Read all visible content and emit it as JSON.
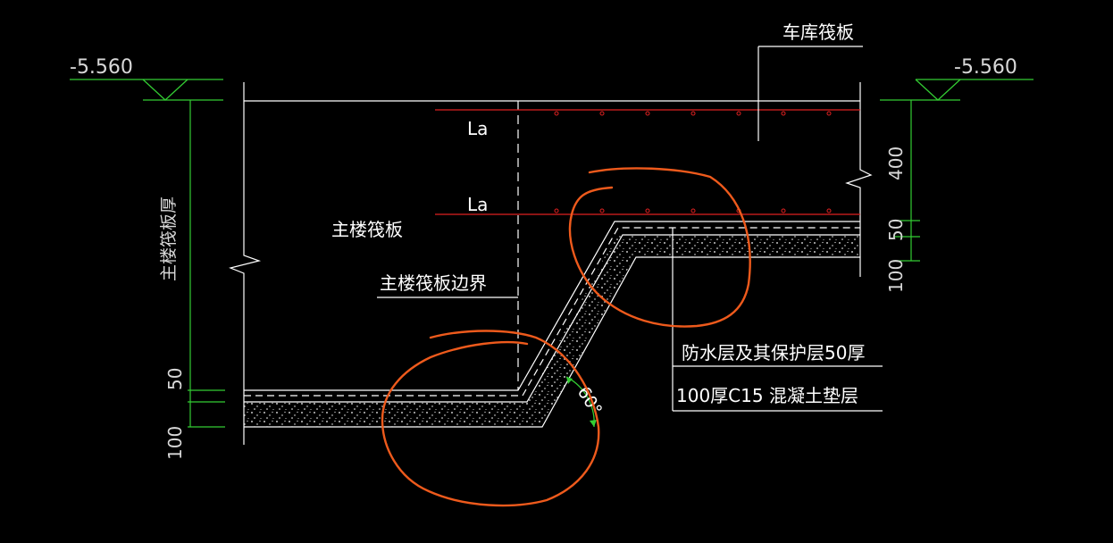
{
  "title": "车库筏板",
  "colors": {
    "background": "#000000",
    "line": "#ffffff",
    "dimension": "#33cc33",
    "rebar": "#e02020",
    "markup": "#ee5a1c"
  },
  "labels": {
    "elevation_left": "-5.560",
    "elevation_right": "-5.560",
    "garage_raft": "车库筏板",
    "main_raft": "主楼筏板",
    "main_raft_boundary": "主楼筏板边界",
    "main_raft_thickness": "主楼筏板厚",
    "anchorage_upper": "La",
    "anchorage_lower": "La",
    "waterproof_note": "防水层及其保护层50厚",
    "cushion_note": "100厚C15 混凝土垫层",
    "angle": "60°"
  },
  "dimensions": {
    "right_400": "400",
    "right_50": "50",
    "right_100": "100",
    "left_50": "50",
    "left_100": "100"
  }
}
